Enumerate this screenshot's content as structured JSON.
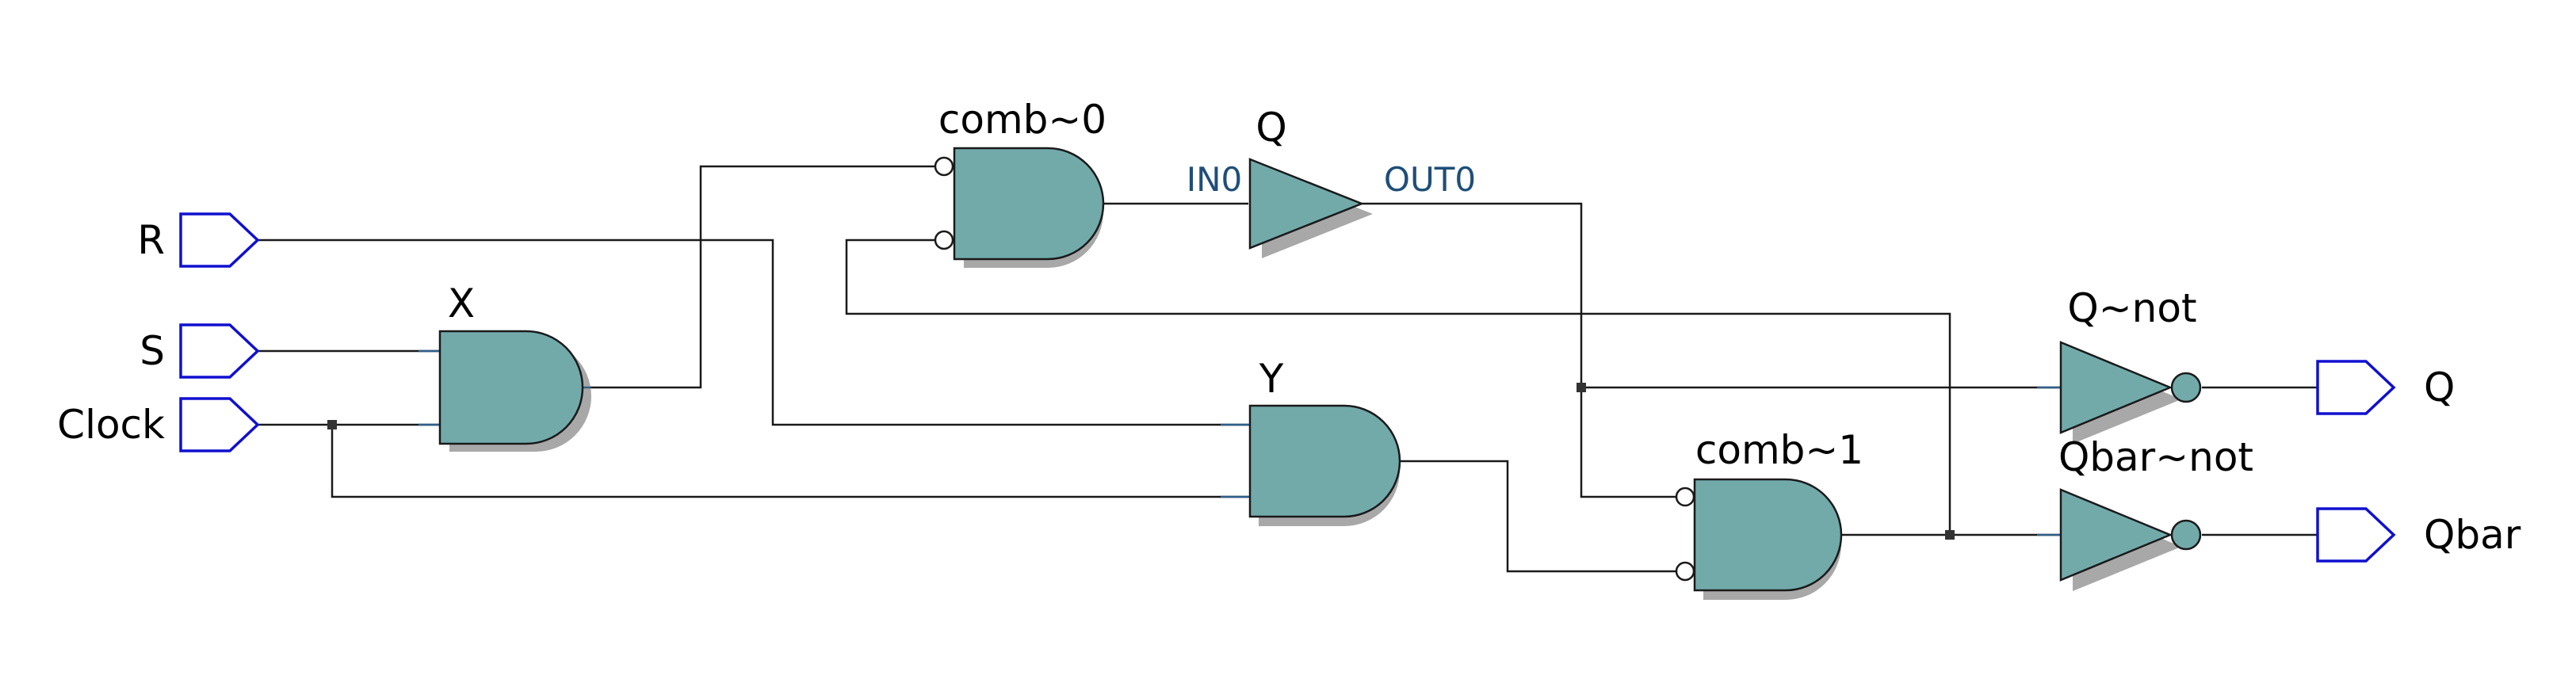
{
  "inputs": {
    "r": "R",
    "s": "S",
    "clock": "Clock"
  },
  "outputs": {
    "q": "Q",
    "qbar": "Qbar"
  },
  "gates": {
    "comb0": "comb~0",
    "comb1": "comb~1",
    "x": "X",
    "y": "Y",
    "q_buffer": "Q",
    "q_not": "Q~not",
    "qbar_not": "Qbar~not"
  },
  "ports": {
    "in0": "IN0",
    "out0": "OUT0"
  },
  "colors": {
    "gate_fill": "#72aaaa",
    "pin_stroke": "#1010d0",
    "port_text": "#1f4e79"
  }
}
